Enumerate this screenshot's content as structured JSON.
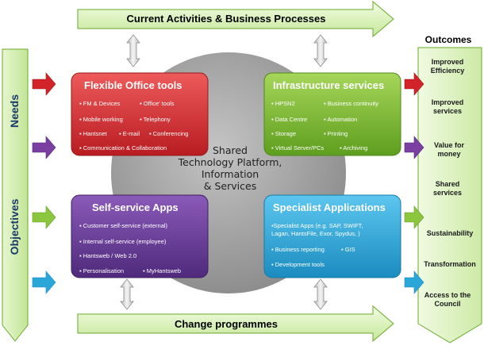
{
  "banners": {
    "top": "Current Activities  &  Business Processes",
    "bottom": "Change programmes"
  },
  "side": {
    "needs": "Needs",
    "objectives": "Objectives"
  },
  "center": {
    "lines": [
      "Shared",
      "Technology Platform,",
      "Information",
      "& Services"
    ]
  },
  "boxes": {
    "office": {
      "title": "Flexible Office tools",
      "color": "#d2232a",
      "items": [
        "FM & Devices",
        "Office' tools",
        "Mobile working",
        "Telephony",
        "Hantsnet",
        "E-mail",
        "Conferencing",
        "Communication & Collaboration"
      ]
    },
    "infra": {
      "title": "Infrastructure services",
      "color": "#7cb62b",
      "items": [
        "HPSN2",
        "Business continuity",
        "Data Centre",
        "Automation",
        "Storage",
        "Printing",
        "Virtual Server/PCs",
        "Archiving"
      ]
    },
    "selfservice": {
      "title": "Self-service Apps",
      "color": "#6a3a9a",
      "items": [
        "Customer self-service (external)",
        "Internal self-service (employee)",
        "Hantsweb / Web 2.0",
        "Personalisation",
        "MyHantsweb"
      ]
    },
    "specialist": {
      "title": "Specialist Applications",
      "color": "#2aa6d8",
      "items": [
        "▪Specialist Apps (e.g. SAP, SWIFT,",
        "Lagan, HantsFile, Exor, Spydus, )",
        "Business reporting",
        "GIS",
        "Development tools"
      ]
    }
  },
  "outcomes": {
    "header": "Outcomes",
    "items": [
      "Improved Efficiency",
      "Improved services",
      "Value for money",
      "Shared services",
      "Sustainability",
      "Transformation",
      "Access to the Council"
    ]
  },
  "colors": {
    "banner_fill": "#d8f0b0",
    "banner_stroke": "#6aaa2a",
    "circle_fill": "#9a9a9a",
    "arrow_red": "#d2232a",
    "arrow_purple": "#7a3fa0",
    "arrow_green": "#8cc63f",
    "arrow_blue": "#2aa6d8"
  }
}
